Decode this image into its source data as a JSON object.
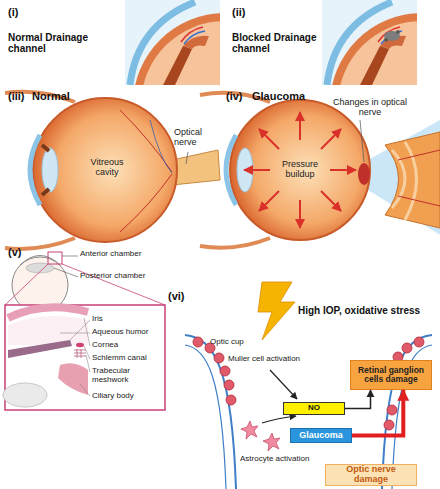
{
  "diagram": {
    "nodes": [
      {
        "text": [
          "Retinal ganglion cells damage"
        ]
      },
      {
        "text": [
          "NO"
        ]
      },
      {
        "text": [
          "Glaucoma"
        ]
      },
      {
        "text": [
          "Optic nerve damage"
        ]
      }
    ],
    "edges": [
      {
        "from": 1,
        "to": 0,
        "arrow": "to"
      },
      {
        "from": 2,
        "to": 0,
        "arrow": "to"
      }
    ],
    "labels": [
      "(i)",
      "Normal Drainage channel",
      "(ii)",
      "Blocked Drainage channel",
      "(iii)",
      "Normal",
      "Vitreous cavity",
      "Optical nerve",
      "(iv)",
      "Glaucoma",
      "Pressure buildup",
      "Changes in optical nerve",
      "(v)",
      "Anterior chamber",
      "Posterior chamber",
      "Iris",
      "Aqueous humor",
      "Cornea",
      "Schlemm canal",
      "Trabecular meshwork",
      "Ciliary body",
      "(vi)",
      "High IOP, oxidative stress",
      "Optic cup",
      "Muller cell activation",
      "Astrocyte activation"
    ]
  }
}
